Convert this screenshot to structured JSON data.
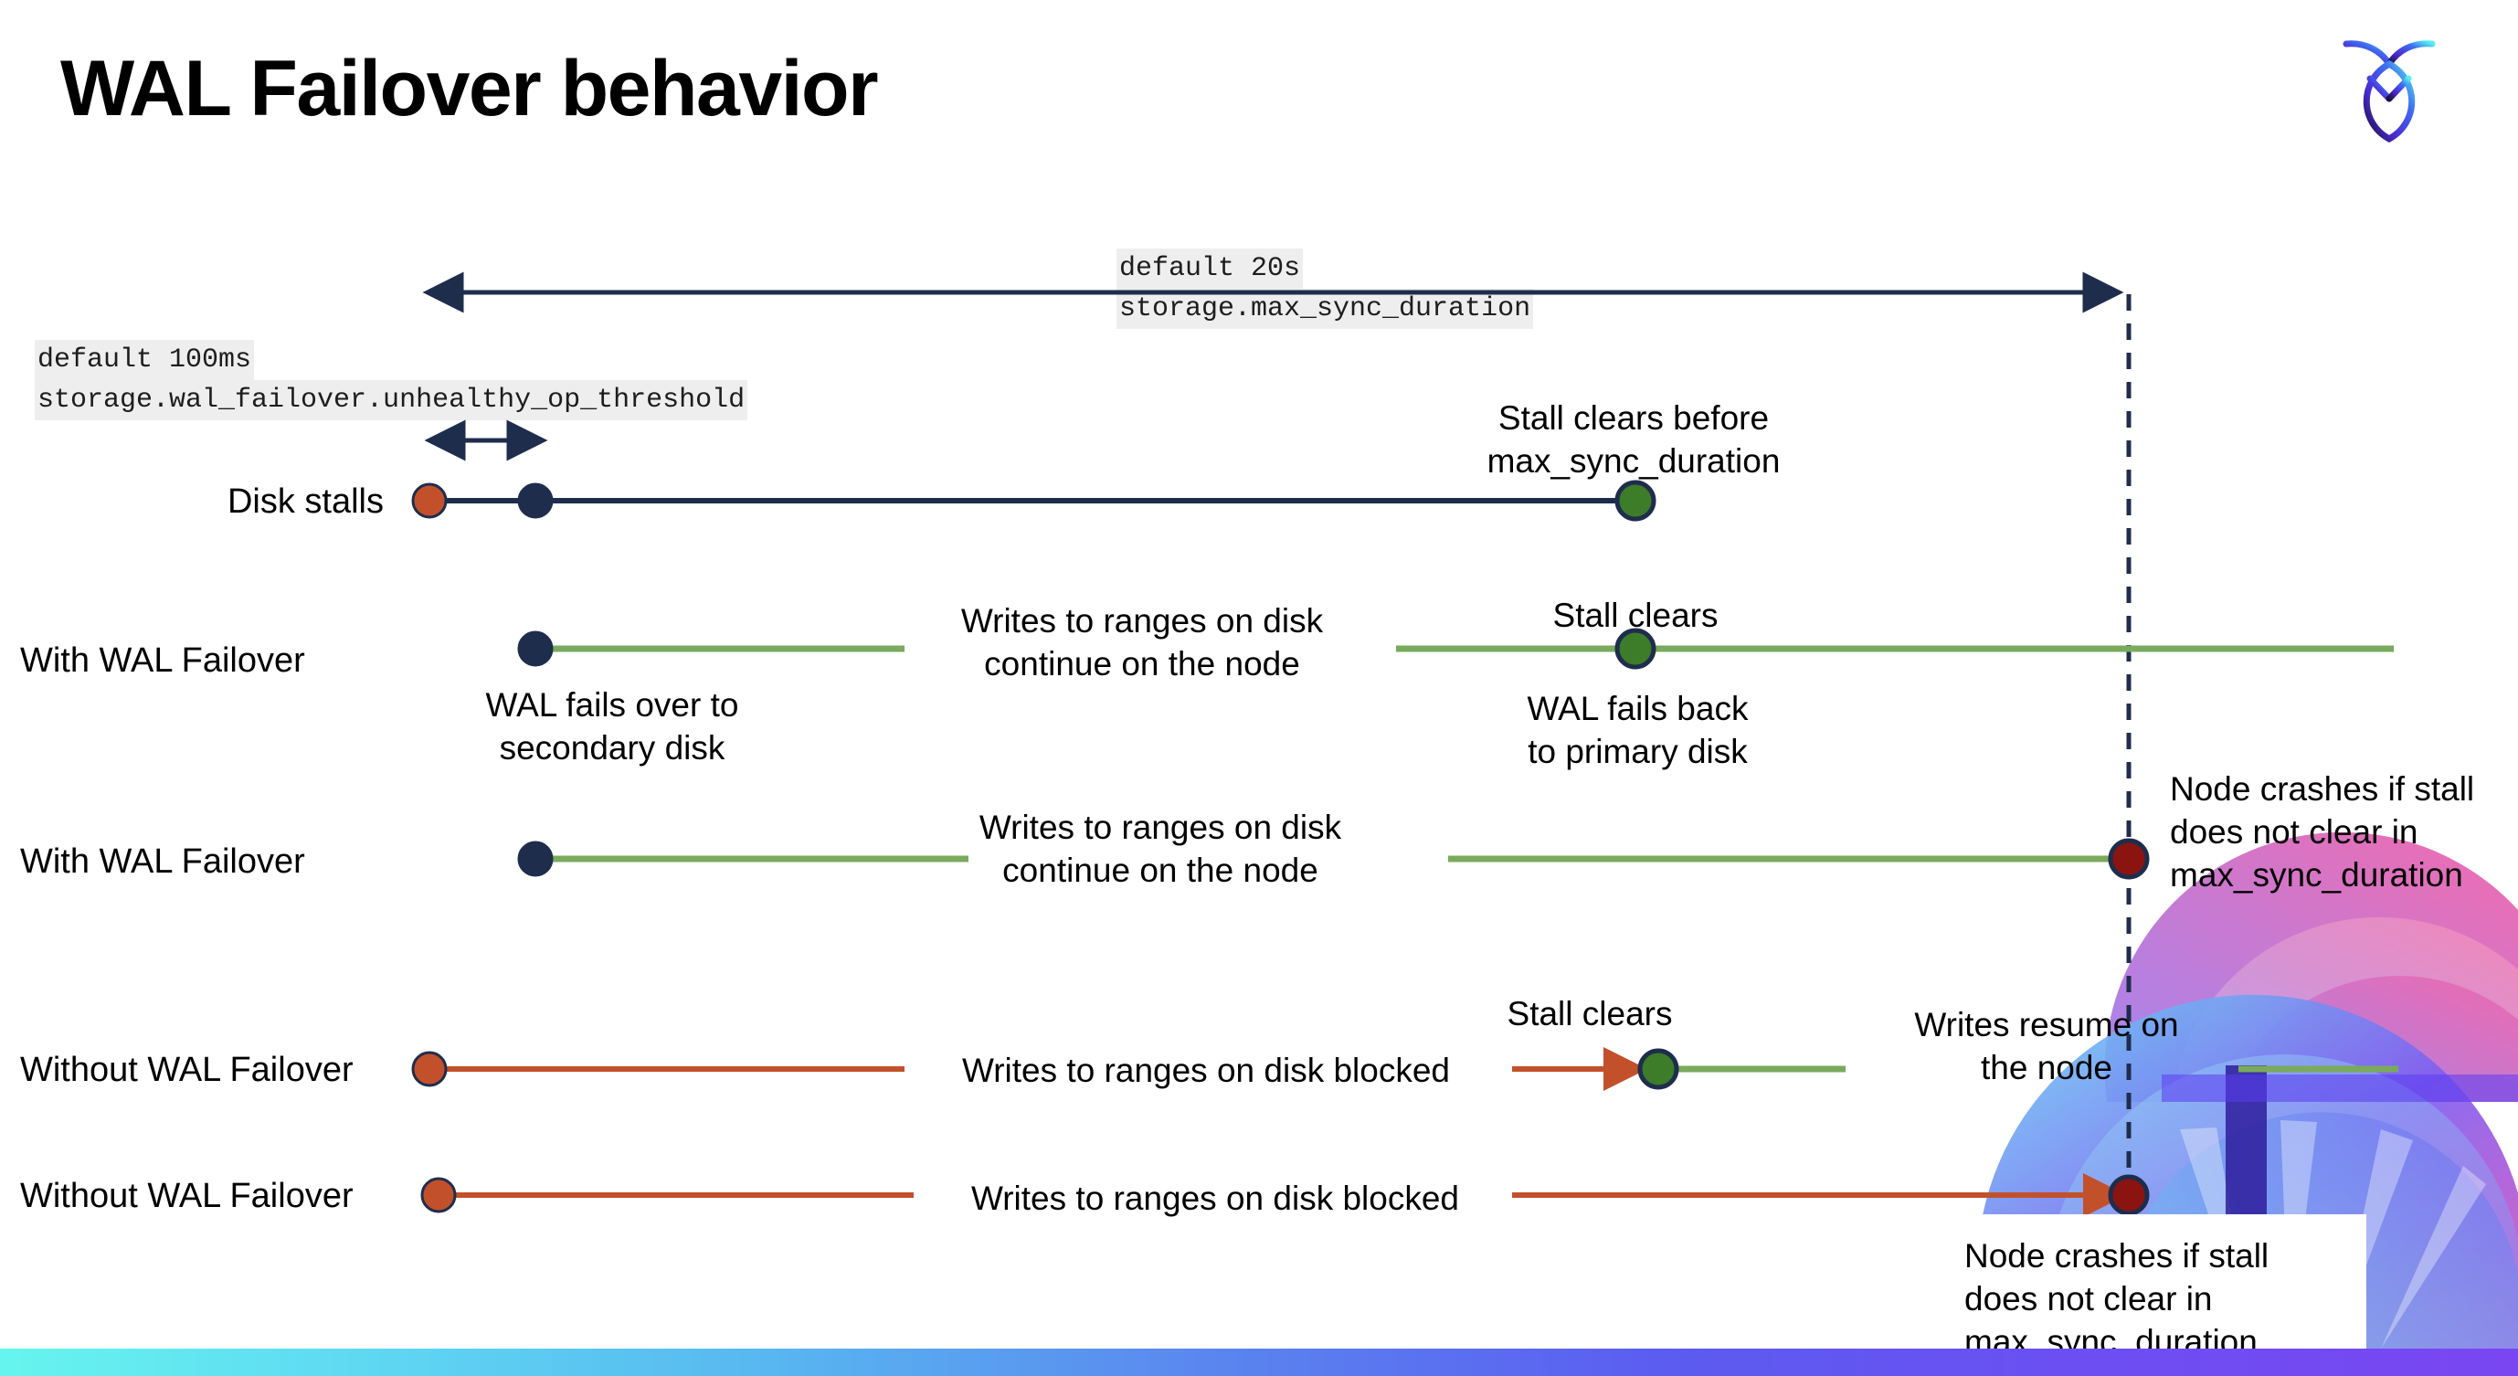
{
  "slide": {
    "title": "WAL Failover behavior",
    "logo_name": "cockroachdb-logo"
  },
  "annotations": {
    "max_sync": {
      "line1": "default 20s",
      "line2": "storage.max_sync_duration"
    },
    "unhealthy_op": {
      "line1": "default 100ms",
      "line2": "storage.wal_failover.unhealthy_op_threshold"
    }
  },
  "rows": [
    {
      "label": "Disk stalls"
    },
    {
      "label": "With WAL Failover"
    },
    {
      "label": "With WAL Failover"
    },
    {
      "label": "Without WAL Failover"
    },
    {
      "label": "Without WAL Failover"
    }
  ],
  "notes": {
    "stall_clears_before": "Stall clears before\nmax_sync_duration",
    "stall_clears_r2": "Stall clears",
    "writes_continue_r2": "Writes to ranges on disk\ncontinue on the node",
    "wal_fails_over": "WAL fails over to\nsecondary disk",
    "wal_fails_back": "WAL fails  back\nto primary disk",
    "writes_continue_r3": "Writes to ranges on disk\ncontinue on the node",
    "node_crashes_r3": "Node crashes if stall\ndoes not clear in\nmax_sync_duration",
    "stall_clears_r4": "Stall clears",
    "writes_blocked_r4": "Writes to ranges on disk  blocked",
    "writes_resume_r4": "Writes resume on\nthe node",
    "writes_blocked_r5": "Writes to ranges on disk  blocked",
    "node_crashes_r5": "Node crashes if stall\ndoes not clear in\nmax_sync_duration"
  },
  "colors": {
    "navy": "#1f2d4d",
    "green_line": "#7aaa5c",
    "green_dot": "#3d7c28",
    "orange": "#c2512b",
    "dark_red": "#8c1410",
    "code_bg": "#eeeeee",
    "bar_start": "#66f5ee",
    "bar_end": "#7a46f2"
  },
  "markers": {
    "disk_stall_start": "orange-dot",
    "failover_trigger": "navy-dot",
    "stall_cleared": "green-dot",
    "node_crashed": "dark-red-dot"
  }
}
